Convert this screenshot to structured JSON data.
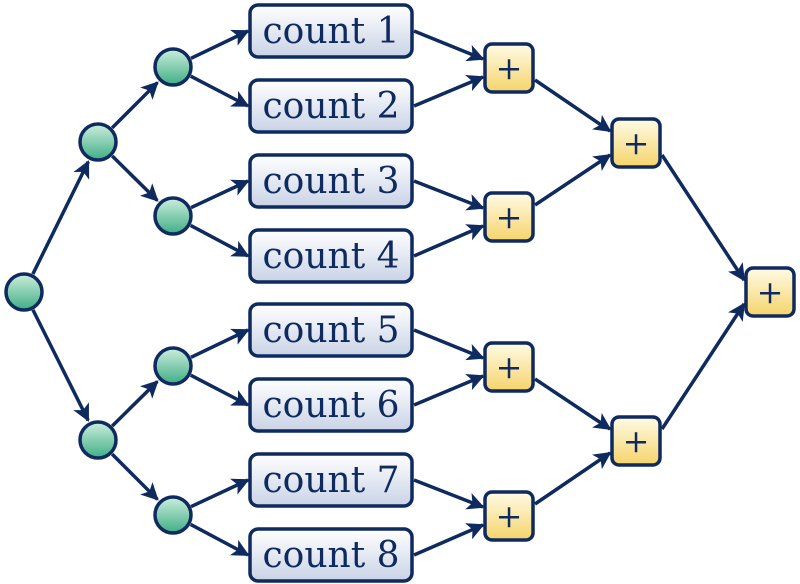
{
  "colors": {
    "stroke": "#0f2a5e",
    "node_fill_top": "#cdeedd",
    "node_fill_bottom": "#3eae85",
    "count_fill_top": "#ffffff",
    "count_fill_bottom": "#c9d3e6",
    "plus_fill_top": "#fffbe6",
    "plus_fill_bottom": "#f6d46a"
  },
  "split_nodes": [
    {
      "id": "root"
    },
    {
      "id": "l1-top"
    },
    {
      "id": "l1-bottom"
    },
    {
      "id": "l2-1"
    },
    {
      "id": "l2-2"
    },
    {
      "id": "l2-3"
    },
    {
      "id": "l2-4"
    }
  ],
  "count_boxes": [
    {
      "label": "count 1"
    },
    {
      "label": "count 2"
    },
    {
      "label": "count 3"
    },
    {
      "label": "count 4"
    },
    {
      "label": "count 5"
    },
    {
      "label": "count 6"
    },
    {
      "label": "count 7"
    },
    {
      "label": "count 8"
    }
  ],
  "adders": [
    {
      "id": "sum-1-2",
      "label": "+"
    },
    {
      "id": "sum-3-4",
      "label": "+"
    },
    {
      "id": "sum-5-6",
      "label": "+"
    },
    {
      "id": "sum-7-8",
      "label": "+"
    },
    {
      "id": "sum-1-4",
      "label": "+"
    },
    {
      "id": "sum-5-8",
      "label": "+"
    },
    {
      "id": "sum-all",
      "label": "+"
    }
  ]
}
